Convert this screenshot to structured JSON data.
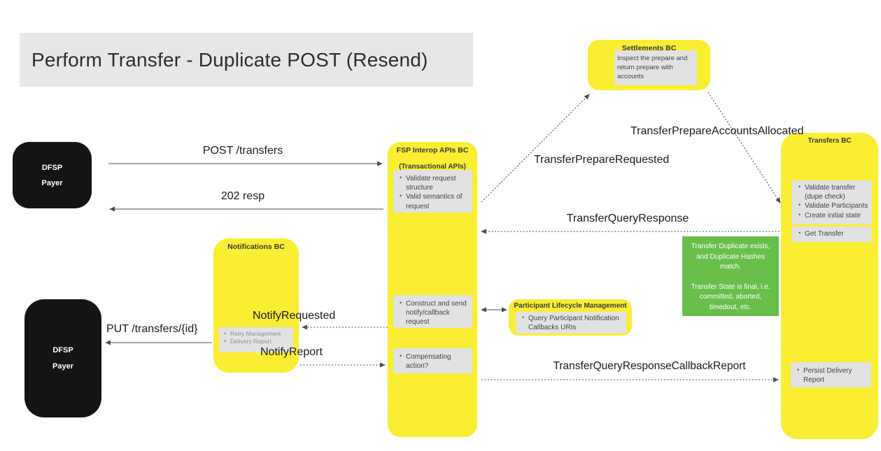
{
  "title": "Perform Transfer - Duplicate POST (Resend)",
  "actors": {
    "payer_top": {
      "line1": "DFSP",
      "line2": "Payer"
    },
    "payer_bottom": {
      "line1": "DFSP",
      "line2": "Payer"
    }
  },
  "boxes": {
    "settlements": {
      "title": "Settlements BC",
      "note": "Inspect the prepare and return prepare with accounts"
    },
    "fsp_interop": {
      "title": "FSP Interop APIs BC",
      "subtitle": "(Transactional APIs)",
      "validate_items": [
        "Validate request structure",
        "Valid semantics of request"
      ],
      "construct_items": [
        "Construct and send notify/callback request"
      ],
      "compensating_items": [
        "Compensating action?"
      ]
    },
    "notifications": {
      "title": "Notifications BC",
      "items": [
        "Retry Management",
        "Delivery Report"
      ]
    },
    "participant": {
      "title": "Participant Lifecycle Management",
      "items": [
        "Query Participant Notification Callbacks URIs"
      ]
    },
    "transfers": {
      "title": "Transfers BC",
      "validate_items": [
        "Validate transfer (dupe check)",
        "Validate Participants",
        "Create initial state"
      ],
      "get_items": [
        "Get Transfer"
      ],
      "persist_items": [
        "Persist Delivery Report"
      ]
    }
  },
  "green_note": {
    "p1": "Transfer Duplicate exists, and Duplicate Hashes match.",
    "p2": "Transfer State is final, i.e. committed, aborted, timedout, etc."
  },
  "messages": {
    "post_transfers": "POST /transfers",
    "resp_202": "202 resp",
    "transfer_prepare_requested": "TransferPrepareRequested",
    "transfer_prepare_accounts_allocated": "TransferPrepareAccountsAllocated",
    "transfer_query_response": "TransferQueryResponse",
    "notify_requested": "NotifyRequested",
    "notify_report": "NotifyReport",
    "put_transfers_id": "PUT /transfers/{id}",
    "transfer_query_response_callback_report": "TransferQueryResponseCallbackReport"
  },
  "colors": {
    "yellow": "#f9ee32",
    "green": "#6abf4b",
    "graybox": "#e2e2e2",
    "banner": "#e7e7e7",
    "actor": "#141414",
    "arrow": "#4d4d4d",
    "labeltext": "#1a1a1a"
  }
}
